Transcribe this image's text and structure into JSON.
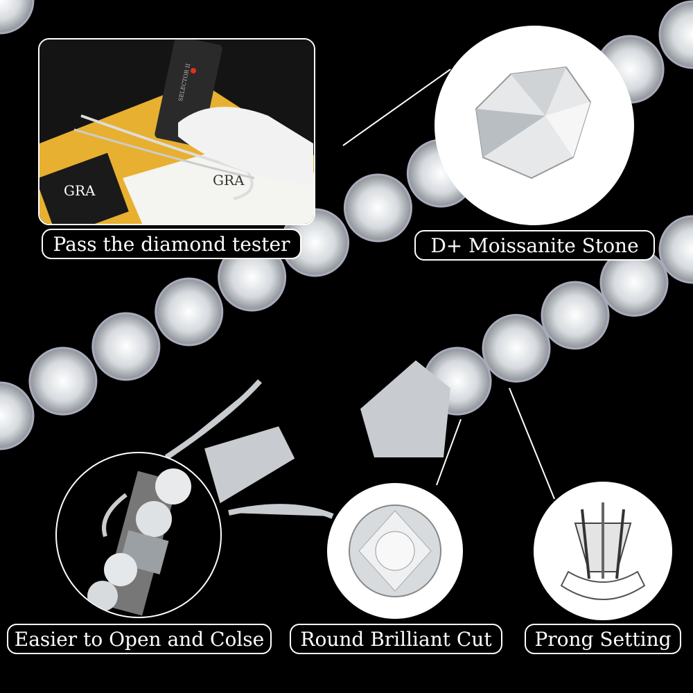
{
  "labels": {
    "tester": "Pass the diamond tester",
    "stone": "D+ Moissanite Stone",
    "clasp": "Easier to Open and Colse",
    "cut": "Round Brilliant Cut",
    "prong": "Prong Setting"
  },
  "photo": {
    "card_text": "GRA",
    "tester_text": "SELECTOR II"
  },
  "colors": {
    "background": "#000000",
    "label_border": "#ffffff",
    "card_gold": "#e8b030",
    "metal": "#c8ccd0"
  }
}
